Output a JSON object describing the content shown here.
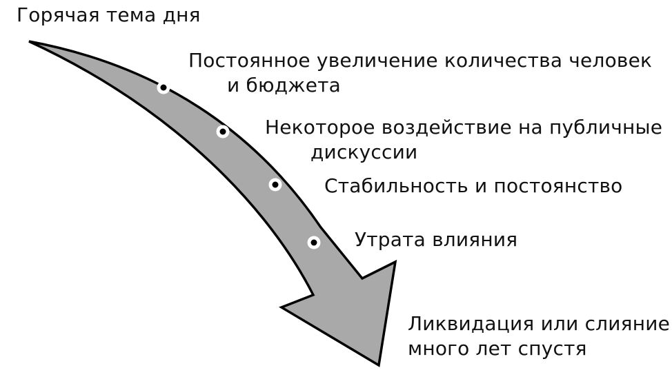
{
  "diagram": {
    "start_label": "Горячая тема дня",
    "stages": [
      {
        "line1": "Постоянное увеличение количества человек",
        "line2": "и бюджета"
      },
      {
        "line1": "Некоторое воздействие на публичные",
        "line2": "дискуссии"
      },
      {
        "line1": "Стабильность и постоянство",
        "line2": ""
      },
      {
        "line1": "Утрата влияния",
        "line2": ""
      }
    ],
    "end_label": {
      "line1": "Ликвидация или слияние",
      "line2": "много лет спустя"
    },
    "colors": {
      "arrow_fill": "#a9a9a9",
      "arrow_stroke": "#000000",
      "marker_ring": "#ffffff",
      "marker_dot": "#000000"
    }
  }
}
